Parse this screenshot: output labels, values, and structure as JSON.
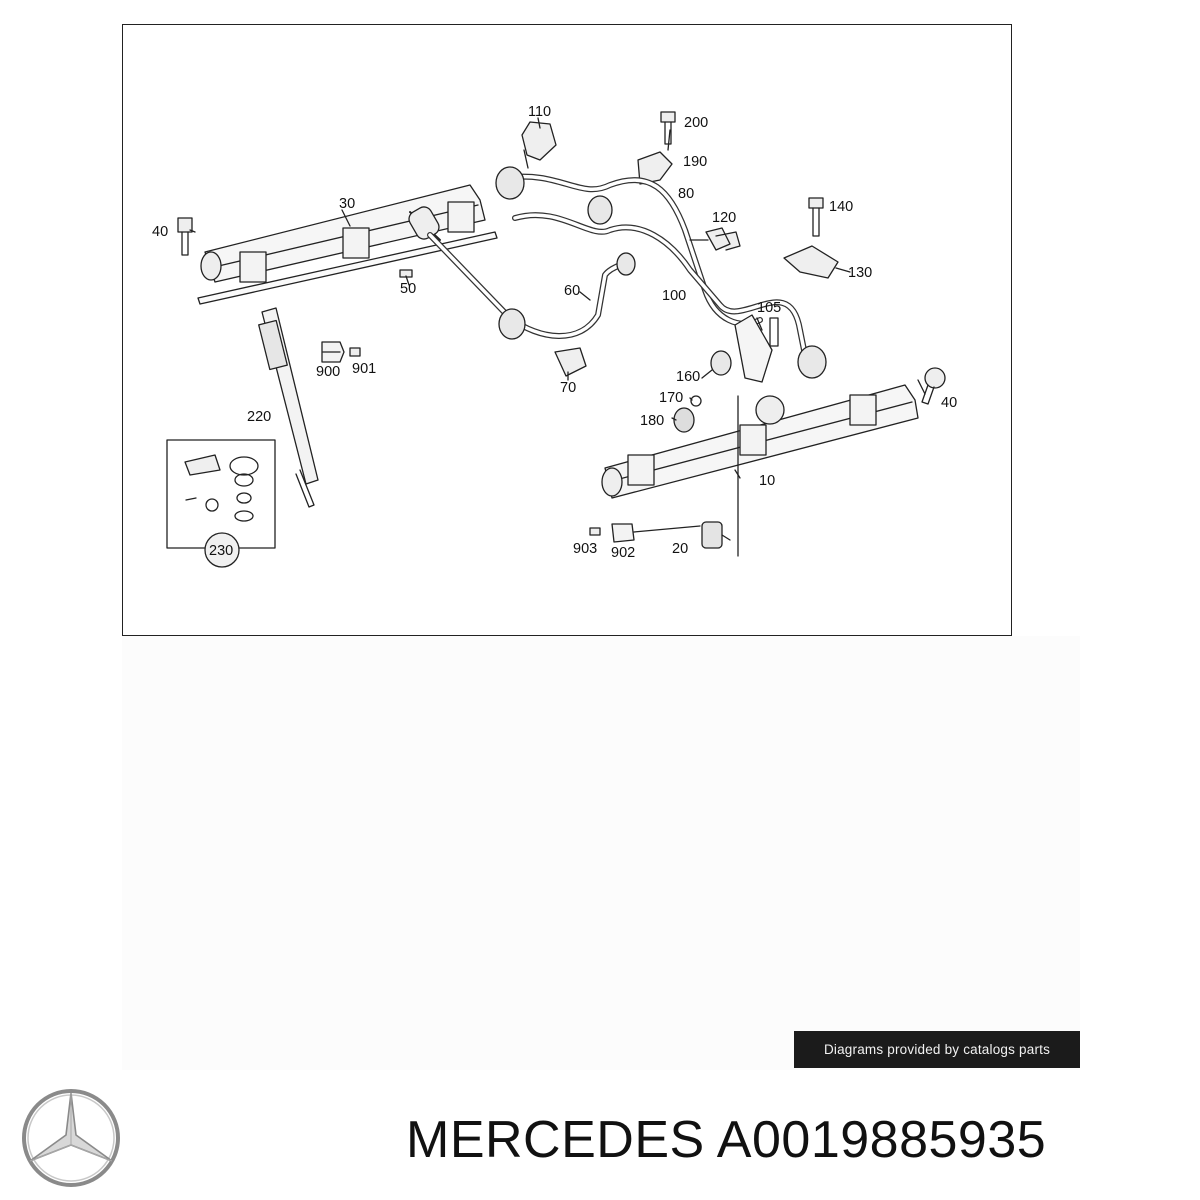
{
  "diagram": {
    "labels": {
      "p110": "110",
      "p200": "200",
      "p190": "190",
      "p30": "30",
      "p80": "80",
      "p40a": "40",
      "p140": "140",
      "p120": "120",
      "p130": "130",
      "p50": "50",
      "p60": "60",
      "p100": "100",
      "p105": "105",
      "p900": "900",
      "p901": "901",
      "p70": "70",
      "p160": "160",
      "p170": "170",
      "p40b": "40",
      "p220": "220",
      "p180": "180",
      "p10": "10",
      "p230": "230",
      "p903": "903",
      "p902": "902",
      "p20": "20"
    }
  },
  "credit": "Diagrams provided by catalogs parts",
  "footer": {
    "brand": "MERCEDES",
    "part_number": "A0019885935",
    "logo_icon": "mercedes-star-icon"
  }
}
